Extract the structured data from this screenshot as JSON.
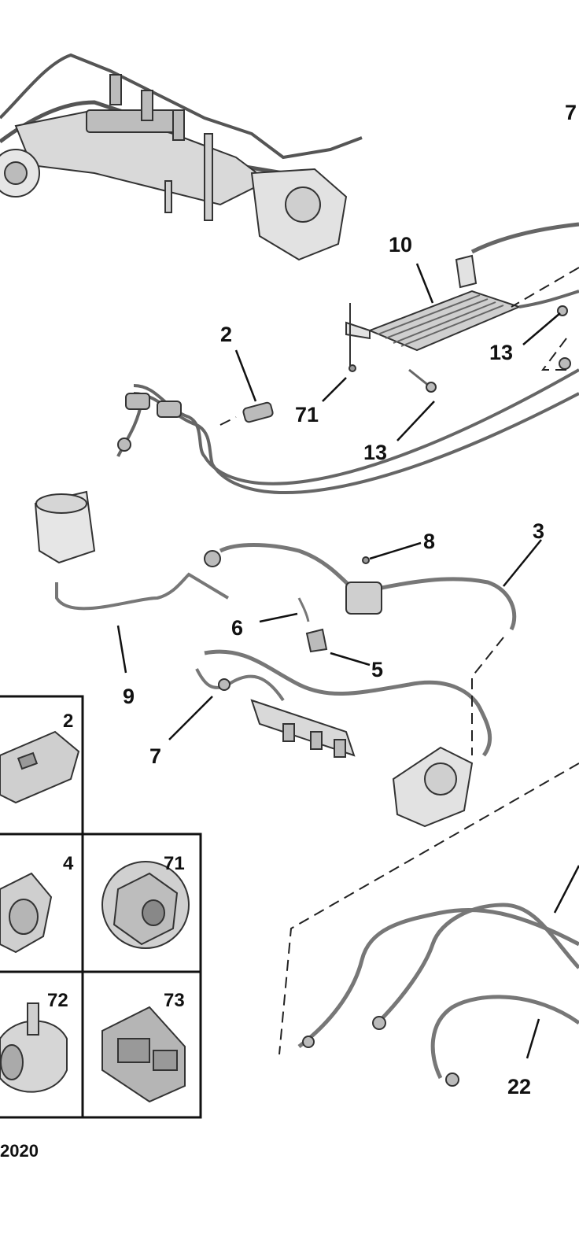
{
  "callouts": {
    "c7_top": "7",
    "c10": "10",
    "c2": "2",
    "c13_a": "13",
    "c71": "71",
    "c13_b": "13",
    "c3": "3",
    "c8": "8",
    "c6": "6",
    "c5": "5",
    "c9": "9",
    "c7_mid": "7",
    "c22": "22"
  },
  "legend": {
    "cells": [
      {
        "id": "2"
      },
      {
        "id": "4"
      },
      {
        "id": "71"
      },
      {
        "id": "72"
      },
      {
        "id": "73"
      }
    ],
    "year_fragment": "2020"
  }
}
